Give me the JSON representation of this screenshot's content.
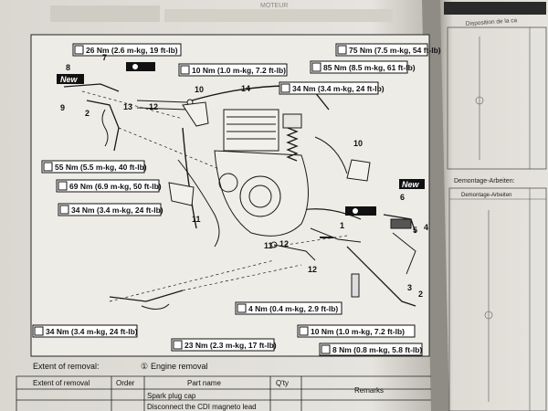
{
  "book": {
    "page_header_fragment": "MOTEUR",
    "right_page_header": "Disposition de la ca",
    "demontage_title": "Demontage-Arbeiten:",
    "demontage_col": "Demontage-Arbeiten"
  },
  "torque_specs": [
    {
      "id": "t26",
      "text": "26 Nm (2.6 m-kg, 19 ft-lb)"
    },
    {
      "id": "t10",
      "text": "10 Nm (1.0 m-kg, 7.2 ft-lb)"
    },
    {
      "id": "t75",
      "text": "75 Nm (7.5 m-kg, 54 ft-lb)"
    },
    {
      "id": "t85",
      "text": "85 Nm (8.5 m-kg, 61 ft-lb)"
    },
    {
      "id": "t34a",
      "text": "34 Nm (3.4 m-kg, 24 ft-lb)"
    },
    {
      "id": "t55",
      "text": "55 Nm (5.5 m-kg, 40 ft-lb)"
    },
    {
      "id": "t69",
      "text": "69 Nm (6.9 m-kg, 50 ft-lb)"
    },
    {
      "id": "t34b",
      "text": "34 Nm (3.4 m-kg, 24 ft-lb)"
    },
    {
      "id": "t4",
      "text": "4 Nm (0.4 m-kg, 2.9 ft-lb)"
    },
    {
      "id": "t10b",
      "text": "10 Nm (1.0 m-kg, 7.2 ft-lb)"
    },
    {
      "id": "t34c",
      "text": "34 Nm (3.4 m-kg, 24 ft-lb)"
    },
    {
      "id": "t23",
      "text": "23 Nm (2.3 m-kg, 17 ft-lb)"
    },
    {
      "id": "t8",
      "text": "8 Nm (0.8 m-kg, 5.8 ft-lb)"
    }
  ],
  "badges": {
    "new1": "New",
    "new2": "New"
  },
  "callouts": [
    "1",
    "2",
    "3",
    "4",
    "5",
    "6",
    "7",
    "8",
    "9",
    "10",
    "11",
    "12",
    "13",
    "14"
  ],
  "removal": {
    "extent_label": "Extent of removal:",
    "circled": "①",
    "engine_removal": "Engine removal"
  },
  "table": {
    "headers": [
      "Extent of removal",
      "Order",
      "Part name",
      "Q'ty",
      "Remarks"
    ],
    "rows": [
      "Spark plug cap",
      "Disconnect the CDI magneto lead"
    ]
  }
}
